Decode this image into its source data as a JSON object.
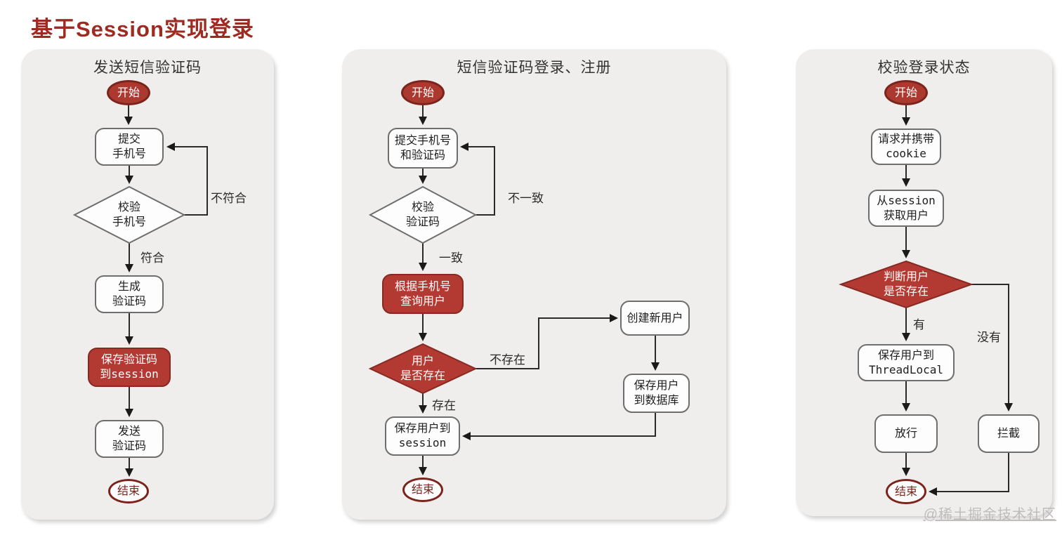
{
  "page": {
    "title": "基于Session实现登录",
    "watermark": "@稀土掘金技术社区"
  },
  "colors": {
    "title_red": "#9e2b22",
    "node_red_fill": "#b23a32",
    "node_red_border": "#872a22",
    "start_fill": "#ab392f",
    "dark_red_border": "#7b241c",
    "panel_bg": "#efeeed",
    "box_border_gray": "#6e6e6e",
    "line": "#2a2a2a"
  },
  "panels": [
    {
      "title": "发送短信验证码",
      "nodes": {
        "start": "开始",
        "submit_phone": "提交\n手机号",
        "check_phone": "校验\n手机号",
        "label_mismatch": "不符合",
        "label_match": "符合",
        "gen_code": "生成\n验证码",
        "save_code": "保存验证码\n到session",
        "send_code": "发送\n验证码",
        "end": "结束"
      }
    },
    {
      "title": "短信验证码登录、注册",
      "nodes": {
        "start": "开始",
        "submit": "提交手机号\n和验证码",
        "check_code": "校验\n验证码",
        "label_mismatch": "不一致",
        "label_match": "一致",
        "query_user": "根据手机号\n查询用户",
        "user_exists": "用户\n是否存在",
        "label_not_exist": "不存在",
        "label_exist": "存在",
        "create_user": "创建新用户",
        "save_db": "保存用户\n到数据库",
        "save_session": "保存用户到\nsession",
        "end": "结束"
      }
    },
    {
      "title": "校验登录状态",
      "nodes": {
        "start": "开始",
        "request_cookie": "请求并携带\ncookie",
        "get_user": "从session\n获取用户",
        "judge_user": "判断用户\n是否存在",
        "label_yes": "有",
        "label_no": "没有",
        "save_threadlocal": "保存用户到\nThreadLocal",
        "allow": "放行",
        "intercept": "拦截",
        "end": "结束"
      }
    }
  ]
}
